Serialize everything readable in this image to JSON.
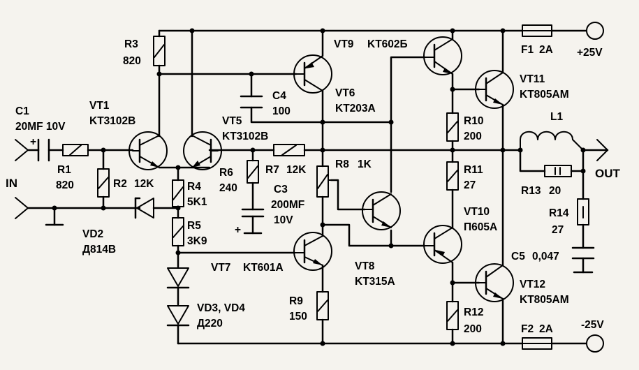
{
  "schematic": {
    "input_label": "IN",
    "output_label": "OUT",
    "supply_pos": "+25V",
    "supply_neg": "-25V",
    "c1": {
      "name": "C1",
      "value": "20MF 10V"
    },
    "r1": {
      "name": "R1",
      "value": "820"
    },
    "r2": {
      "name": "R2",
      "value": "12K"
    },
    "r3": {
      "name": "R3",
      "value": "820"
    },
    "r4": {
      "name": "R4",
      "value": "5K1"
    },
    "r5": {
      "name": "R5",
      "value": "3K9"
    },
    "r6": {
      "name": "R6",
      "value": "240"
    },
    "r7": {
      "name": "R7",
      "value": "12K"
    },
    "r8": {
      "name": "R8",
      "value": "1K"
    },
    "r9": {
      "name": "R9",
      "value": "150"
    },
    "r10": {
      "name": "R10",
      "value": "200"
    },
    "r11": {
      "name": "R11",
      "value": "27"
    },
    "r12": {
      "name": "R12",
      "value": "200"
    },
    "r13": {
      "name": "R13",
      "value": "20"
    },
    "r14": {
      "name": "R14",
      "value": "27"
    },
    "c3": {
      "name": "C3",
      "value": "200MF",
      "value2": "10V"
    },
    "c4": {
      "name": "C4",
      "value": "100"
    },
    "c5": {
      "name": "C5",
      "value": "0,047"
    },
    "l1": {
      "name": "L1"
    },
    "f1": {
      "name": "F1",
      "value": "2A"
    },
    "f2": {
      "name": "F2",
      "value": "2A"
    },
    "vd2": {
      "name": "VD2",
      "part": "Д814В"
    },
    "vd34": {
      "name": "VD3, VD4",
      "part": "Д220"
    },
    "vt1": {
      "name": "VT1",
      "part": "KT3102B"
    },
    "vt5": {
      "name": "VT5",
      "part": "KT3102B"
    },
    "vt6": {
      "name": "VT6",
      "part": "KT203A"
    },
    "vt7": {
      "name": "VT7",
      "part": "KT601A"
    },
    "vt8": {
      "name": "VT8",
      "part": "KT315A"
    },
    "vt9": {
      "name": "VT9",
      "part": "KT602Б"
    },
    "vt10": {
      "name": "VT10",
      "part": "П605A"
    },
    "vt11": {
      "name": "VT11",
      "part": "KT805AM"
    },
    "vt12": {
      "name": "VT12",
      "part": "KT805AM"
    }
  }
}
